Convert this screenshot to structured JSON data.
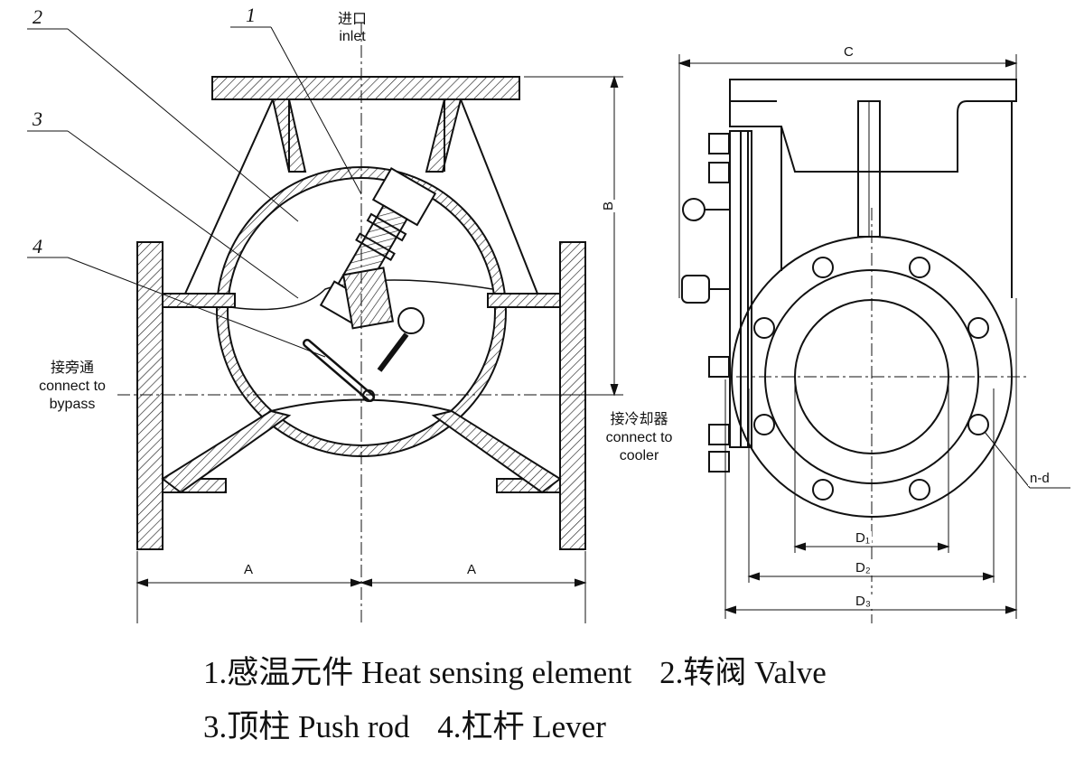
{
  "labels": {
    "inlet_cn": "进口",
    "inlet_en": "inlet",
    "bypass_cn": "接旁通",
    "bypass_en_1": "connect to",
    "bypass_en_2": "bypass",
    "cooler_cn": "接冷却器",
    "cooler_en_1": "connect to",
    "cooler_en_2": "cooler"
  },
  "callouts": [
    "1",
    "2",
    "3",
    "4"
  ],
  "dimensions": {
    "a_left": "A",
    "a_right": "A",
    "b": "B",
    "c": "C",
    "d1": "D₁",
    "d2": "D₂",
    "d3": "D₃",
    "nd": "n-d"
  },
  "legend": {
    "item1": "1.感温元件 Heat sensing element",
    "item2": "2.转阀 Valve",
    "item3": "3.顶柱 Push rod",
    "item4": "4.杠杆 Lever"
  }
}
